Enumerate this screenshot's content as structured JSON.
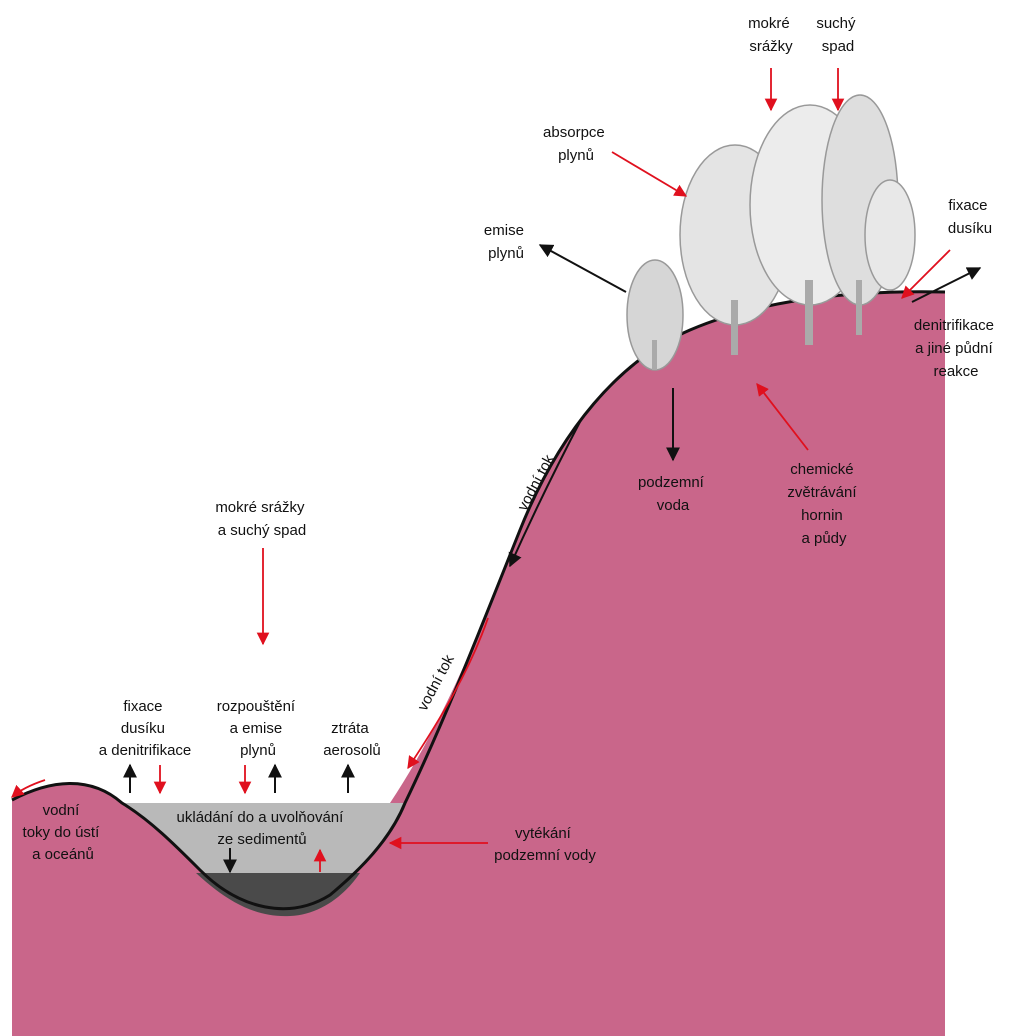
{
  "colors": {
    "terrain": "#c9668a",
    "lake": "#b9b9b9",
    "sediment": "#4a4a4a",
    "red_arrow": "#e0101e",
    "black_arrow": "#111111",
    "tree": "#cfcfcf"
  },
  "labels": {
    "wet_deposition_top": [
      "mokré",
      "srážky"
    ],
    "dry_deposition_top": [
      "suchý",
      "spad"
    ],
    "gas_absorption": [
      "absorpce",
      "plynů"
    ],
    "gas_emission": [
      "emise",
      "plynů"
    ],
    "nitrogen_fixation_top": [
      "fixace",
      "dusíku"
    ],
    "denitrification": [
      "denitrifikace",
      "a  jiné půdní",
      "reakce"
    ],
    "groundwater": [
      "podzemní",
      "voda"
    ],
    "chemical_weathering": [
      "chemické",
      "zvětrávání",
      "hornin",
      "a  půdy"
    ],
    "stream_upper": "vodní tok",
    "stream_lower": "vodní tok",
    "wet_dry_deposition": [
      "mokré srážky",
      "a  suchý spad"
    ],
    "nitrogen_fixation_lake": [
      "fixace",
      "dusíku",
      "a denitrifikace"
    ],
    "dissolution": [
      "rozpouštění",
      "a emise",
      "plynů"
    ],
    "aerosol_loss": [
      "ztráta",
      "aerosolů"
    ],
    "sediment_exchange": [
      "ukládání do a uvolňování",
      "ze sedimentů"
    ],
    "rivers_to_ocean": [
      "vodní",
      "toky do ústí",
      "a oceánů"
    ],
    "groundwater_outflow": [
      "vytékání",
      "podzemní vody"
    ]
  }
}
